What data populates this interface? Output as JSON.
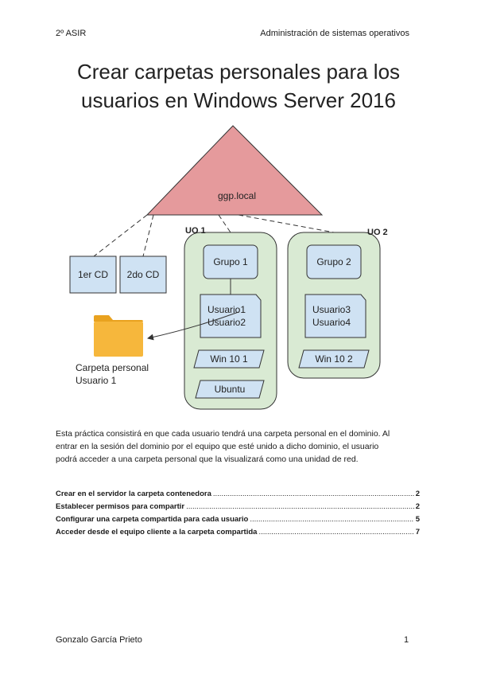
{
  "header": {
    "left": "2º ASIR",
    "right": "Administración de sistemas operativos"
  },
  "title": {
    "line1": "Crear carpetas personales para los",
    "line2": "usuarios en Windows Server 2016"
  },
  "diagram": {
    "domain": "ggp.local",
    "dc1": "1er CD",
    "dc2": "2do CD",
    "ou1": {
      "label": "UO 1",
      "group": "Grupo 1",
      "users_line1": "Usuario1",
      "users_line2": "Usuario2",
      "pc1": "Win 10 1",
      "pc2": "Ubuntu"
    },
    "ou2": {
      "label": "UO 2",
      "group": "Grupo 2",
      "users_line1": "Usuario3",
      "users_line2": "Usuario4",
      "pc1": "Win 10 2"
    },
    "folder_label_line1": "Carpeta personal",
    "folder_label_line2": "Usuario 1",
    "colors": {
      "triangle": "#e59a9c",
      "ou_fill": "#d9ead3",
      "node_fill": "#cfe2f3",
      "folder": "#f6b73c"
    }
  },
  "intro": {
    "line1": "Esta práctica consistirá en que cada usuario tendrá una carpeta personal en el dominio. Al",
    "line2": "entrar en la sesión del dominio por el equipo que esté unido a dicho dominio, el usuario",
    "line3": "podrá acceder a una carpeta personal que la visualizará como una unidad de red."
  },
  "toc": [
    {
      "text": "Crear en el servidor la carpeta contenedora",
      "page": "2"
    },
    {
      "text": "Establecer permisos para compartir",
      "page": "2"
    },
    {
      "text": "Configurar una carpeta compartida para cada usuario",
      "page": "5"
    },
    {
      "text": "Acceder desde el equipo cliente a la carpeta compartida",
      "page": "7"
    }
  ],
  "footer": {
    "author": "Gonzalo García Prieto",
    "page": "1"
  }
}
